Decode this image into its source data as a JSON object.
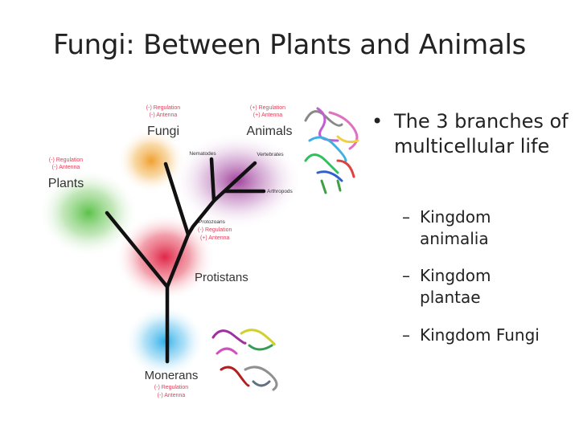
{
  "title": "Fungi:  Between Plants and Animals",
  "bullet": {
    "text": "The 3 branches of multicellular life"
  },
  "subbullets": [
    {
      "text": "Kingdom animalia"
    },
    {
      "text": "Kingdom plantae"
    },
    {
      "text": "Kingdom Fungi"
    }
  ],
  "diagram": {
    "fungi": {
      "label": "Fungi",
      "reg": "(-) Regulation",
      "ant": "(-) Antenna"
    },
    "animals": {
      "label": "Animals",
      "reg": "(+) Regulation",
      "ant": "(+) Antenna"
    },
    "plants": {
      "label": "Plants",
      "reg": "(-) Regulation",
      "ant": "(-) Antenna"
    },
    "protistans": {
      "label": "Protistans"
    },
    "protozoans": {
      "label": "Protozoans",
      "reg": "(-) Regulation",
      "ant": "(+) Antenna"
    },
    "monerans": {
      "label": "Monerans",
      "reg": "(-) Regulation",
      "ant": "(-) Antenna"
    },
    "nematodes": "Nematodes",
    "vertebrates": "Vertebrates",
    "arthropods": "Arthropods"
  }
}
